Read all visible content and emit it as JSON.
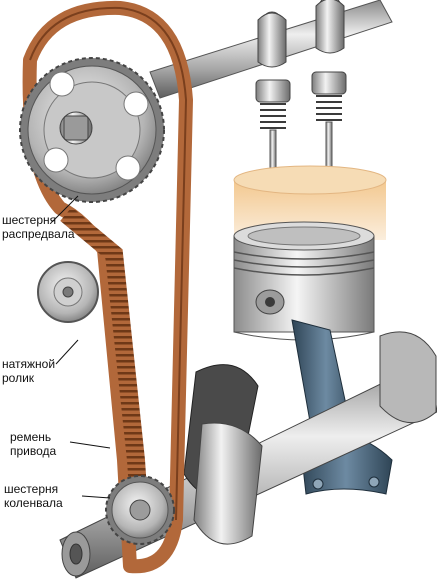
{
  "labels": {
    "cam_gear": [
      "шестерня",
      "распредвала"
    ],
    "tensioner": [
      "натяжной",
      "ролик"
    ],
    "belt": [
      "ремень",
      "привода"
    ],
    "crank_gear": [
      "шестерня",
      "коленвала"
    ]
  },
  "colors": {
    "belt": "#b2683a",
    "belt_dark": "#7a3f1d",
    "metal": "#c9c9c9",
    "metal_dark": "#6f6f6f",
    "cylinder_glow": "#f6d5a3",
    "conrod": "#4e6a80",
    "crank_dark": "#4a4a4a"
  },
  "icons": [
    "camshaft-gear",
    "tensioner-roller",
    "timing-belt",
    "crankshaft-gear",
    "piston",
    "valves",
    "camshaft",
    "crankshaft",
    "connecting-rod"
  ]
}
